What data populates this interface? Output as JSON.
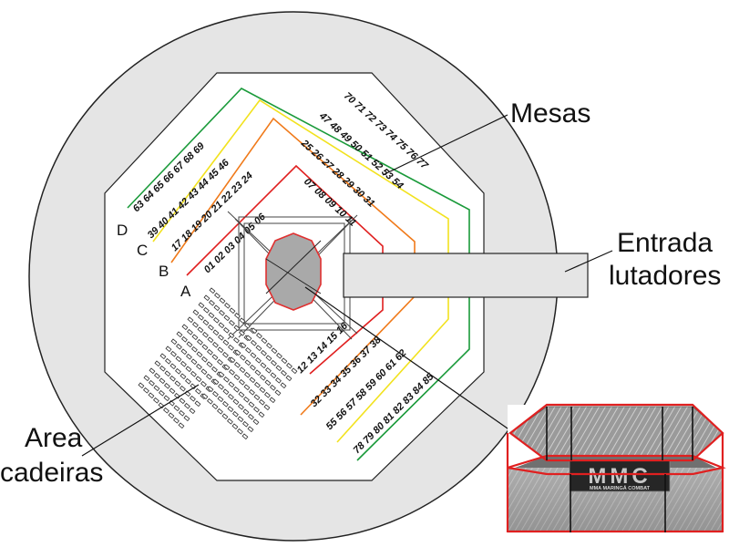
{
  "labels": {
    "mesas": "Mesas",
    "entrada_line1": "Entrada",
    "entrada_line2": "lutadores",
    "area_line1": "Area",
    "area_line2": "cadeiras"
  },
  "rows": {
    "A": {
      "letter": "A",
      "color": "#e02020",
      "lower": "01 02 03 04 05 06",
      "upper": "07 08 09 10 11",
      "right": "12 13 14 15 16"
    },
    "B": {
      "letter": "B",
      "color": "#f07a1a",
      "lower": "17 18 19 20 21 22 23 24",
      "upper": "25 26 27 28 29 30 31",
      "right": "32 33 34 35 36 37 38"
    },
    "C": {
      "letter": "C",
      "color": "#f2e21e",
      "lower": "39 40 41 42 43 44 45 46",
      "upper": "47 48 49 50 51 52 53 54",
      "right": "55 56 57 58 59 60 61 62"
    },
    "D": {
      "letter": "D",
      "color": "#1a9a3a",
      "lower": "63 64 65 66 67 68 69",
      "upper": "70 71 72 73 74 75 76 77",
      "right": "78 79 80 81 82 83 84 85"
    }
  },
  "cage_logo": {
    "title": "MMC",
    "subtitle": "MMA MARINGÁ COMBAT"
  },
  "colors": {
    "venue_gray": "#e5e5e5",
    "octagon_fill": "#a9a9a9",
    "octagon_stroke": "#e03030",
    "cage_frame": "#e02020"
  }
}
